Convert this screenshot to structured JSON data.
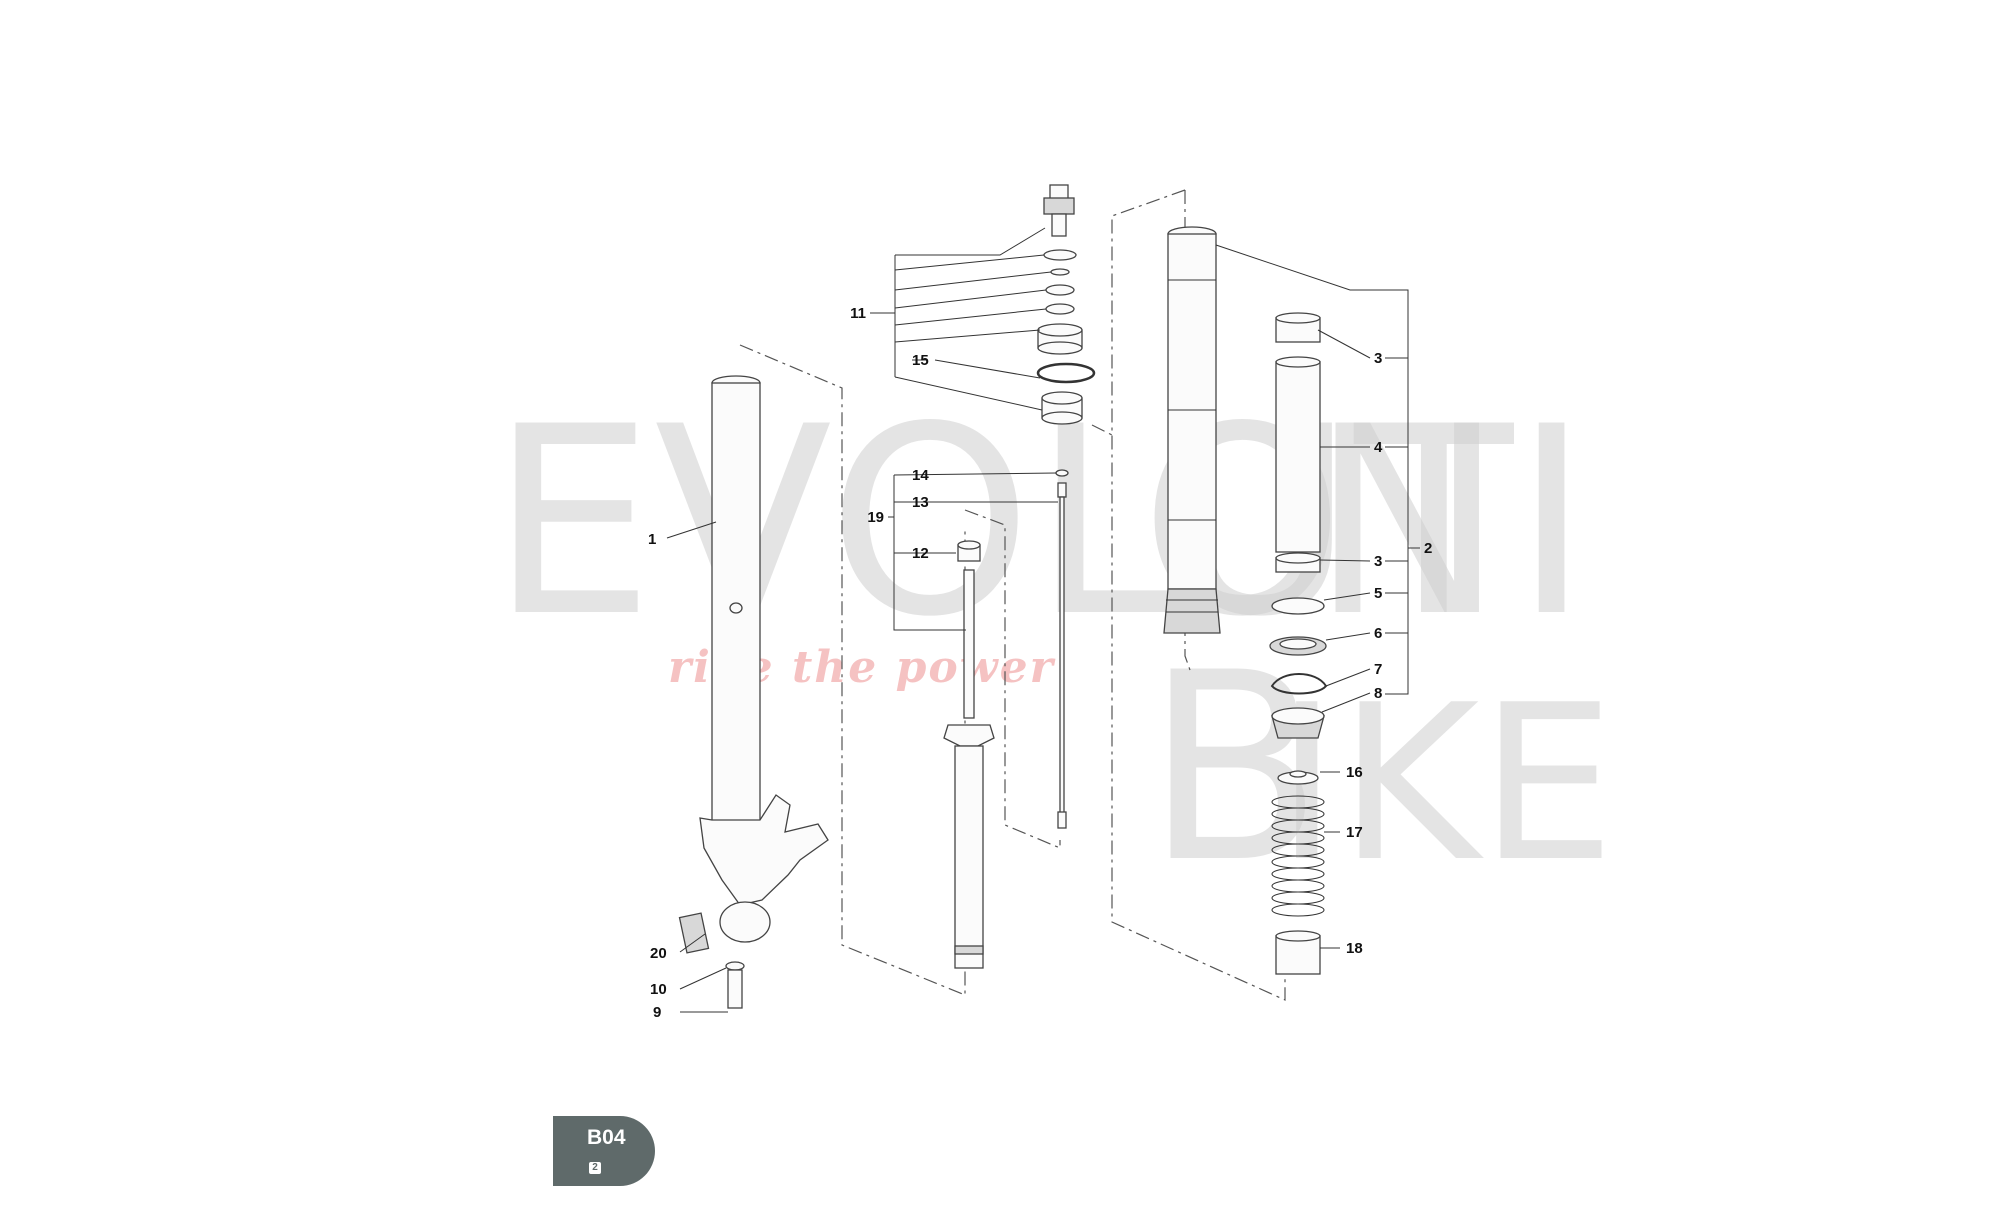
{
  "watermark": {
    "brand": "EvolutiOnBike",
    "tagline": "ride the power"
  },
  "callouts": {
    "c1": "1",
    "c2": "2",
    "c3a": "3",
    "c3b": "3",
    "c4": "4",
    "c5": "5",
    "c6": "6",
    "c7": "7",
    "c8": "8",
    "c9": "9",
    "c10": "10",
    "c11": "11",
    "c12": "12",
    "c13": "13",
    "c14": "14",
    "c15": "15",
    "c16": "16",
    "c17": "17",
    "c18": "18",
    "c19": "19",
    "c20": "20"
  },
  "badge": {
    "code": "B04",
    "sub": "2"
  }
}
